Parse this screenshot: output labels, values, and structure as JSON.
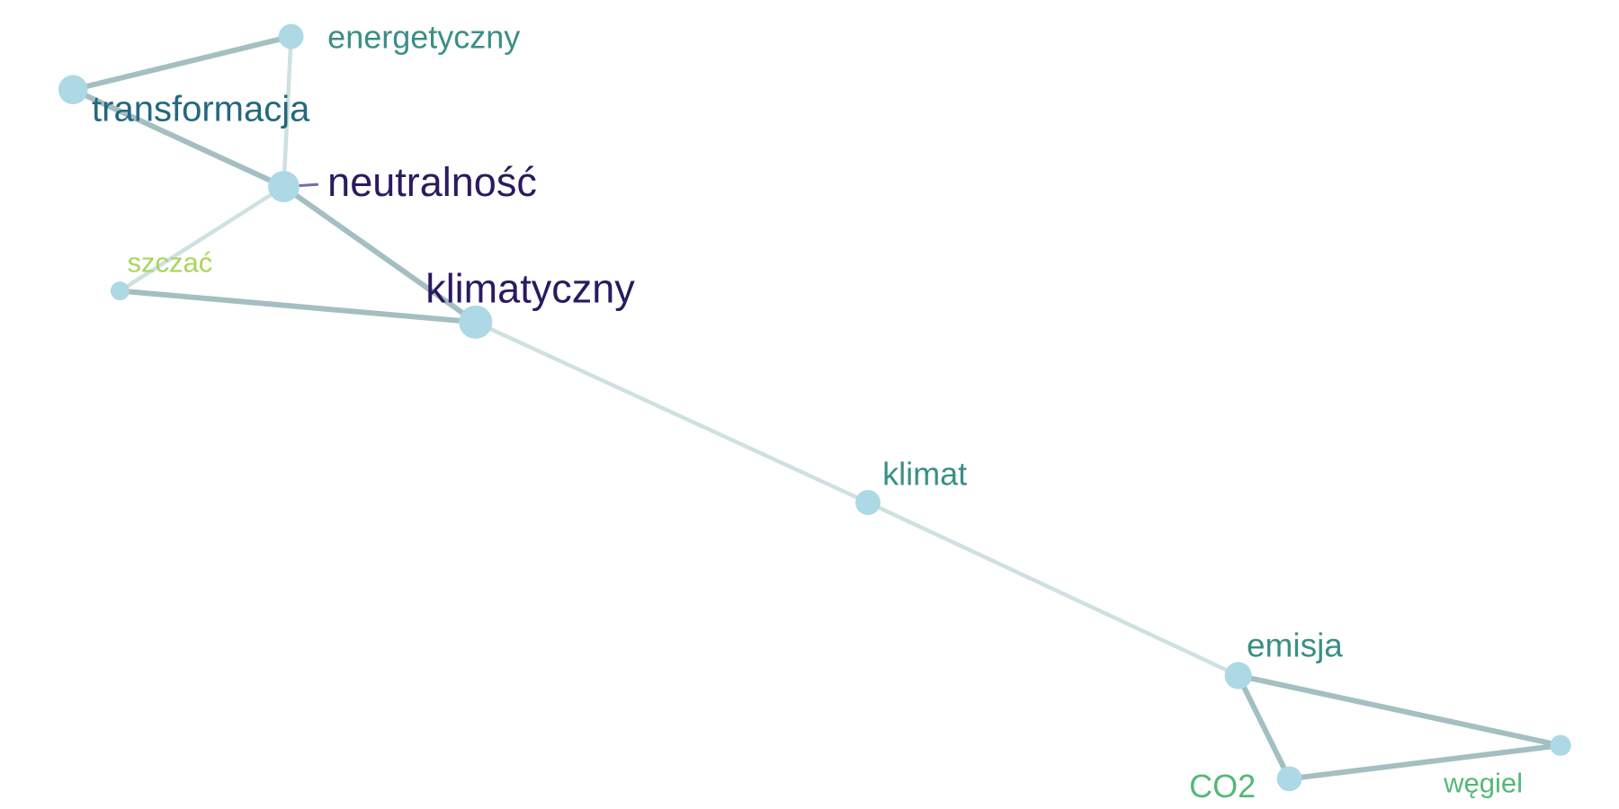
{
  "colors": {
    "node": "#add8e6",
    "edge_strong": "#a3bfc2",
    "edge_weak": "#cfe0e1",
    "self_loop": "#7b68b0"
  },
  "nodes": [
    {
      "id": "energetyczny",
      "label": "energetyczny",
      "color": "#3a8f85"
    },
    {
      "id": "transformacja",
      "label": "transformacja",
      "color": "#23687f"
    },
    {
      "id": "neutralnosc",
      "label": "neutralność",
      "color": "#2a1a60"
    },
    {
      "id": "szczac",
      "label": "szczać",
      "color": "#a8d65a"
    },
    {
      "id": "klimatyczny",
      "label": "klimatyczny",
      "color": "#2a1a60"
    },
    {
      "id": "klimat",
      "label": "klimat",
      "color": "#3a8f85"
    },
    {
      "id": "emisja",
      "label": "emisja",
      "color": "#3a8f85"
    },
    {
      "id": "co2",
      "label": "CO2",
      "color": "#55b878"
    },
    {
      "id": "wegiel",
      "label": "węgiel",
      "color": "#55b878"
    }
  ],
  "edges": [
    {
      "source": "transformacja",
      "target": "energetyczny",
      "strength": "strong"
    },
    {
      "source": "energetyczny",
      "target": "neutralnosc",
      "strength": "weak"
    },
    {
      "source": "transformacja",
      "target": "neutralnosc",
      "strength": "strong"
    },
    {
      "source": "neutralnosc",
      "target": "klimatyczny",
      "strength": "strong"
    },
    {
      "source": "neutralnosc",
      "target": "szczac",
      "strength": "weak"
    },
    {
      "source": "szczac",
      "target": "klimatyczny",
      "strength": "strong"
    },
    {
      "source": "klimatyczny",
      "target": "klimat",
      "strength": "weak"
    },
    {
      "source": "klimat",
      "target": "emisja",
      "strength": "weak"
    },
    {
      "source": "emisja",
      "target": "co2",
      "strength": "strong"
    },
    {
      "source": "emisja",
      "target": "wegiel",
      "strength": "strong"
    },
    {
      "source": "co2",
      "target": "wegiel",
      "strength": "strong"
    }
  ],
  "self_loops": [
    {
      "node": "neutralnosc"
    }
  ]
}
